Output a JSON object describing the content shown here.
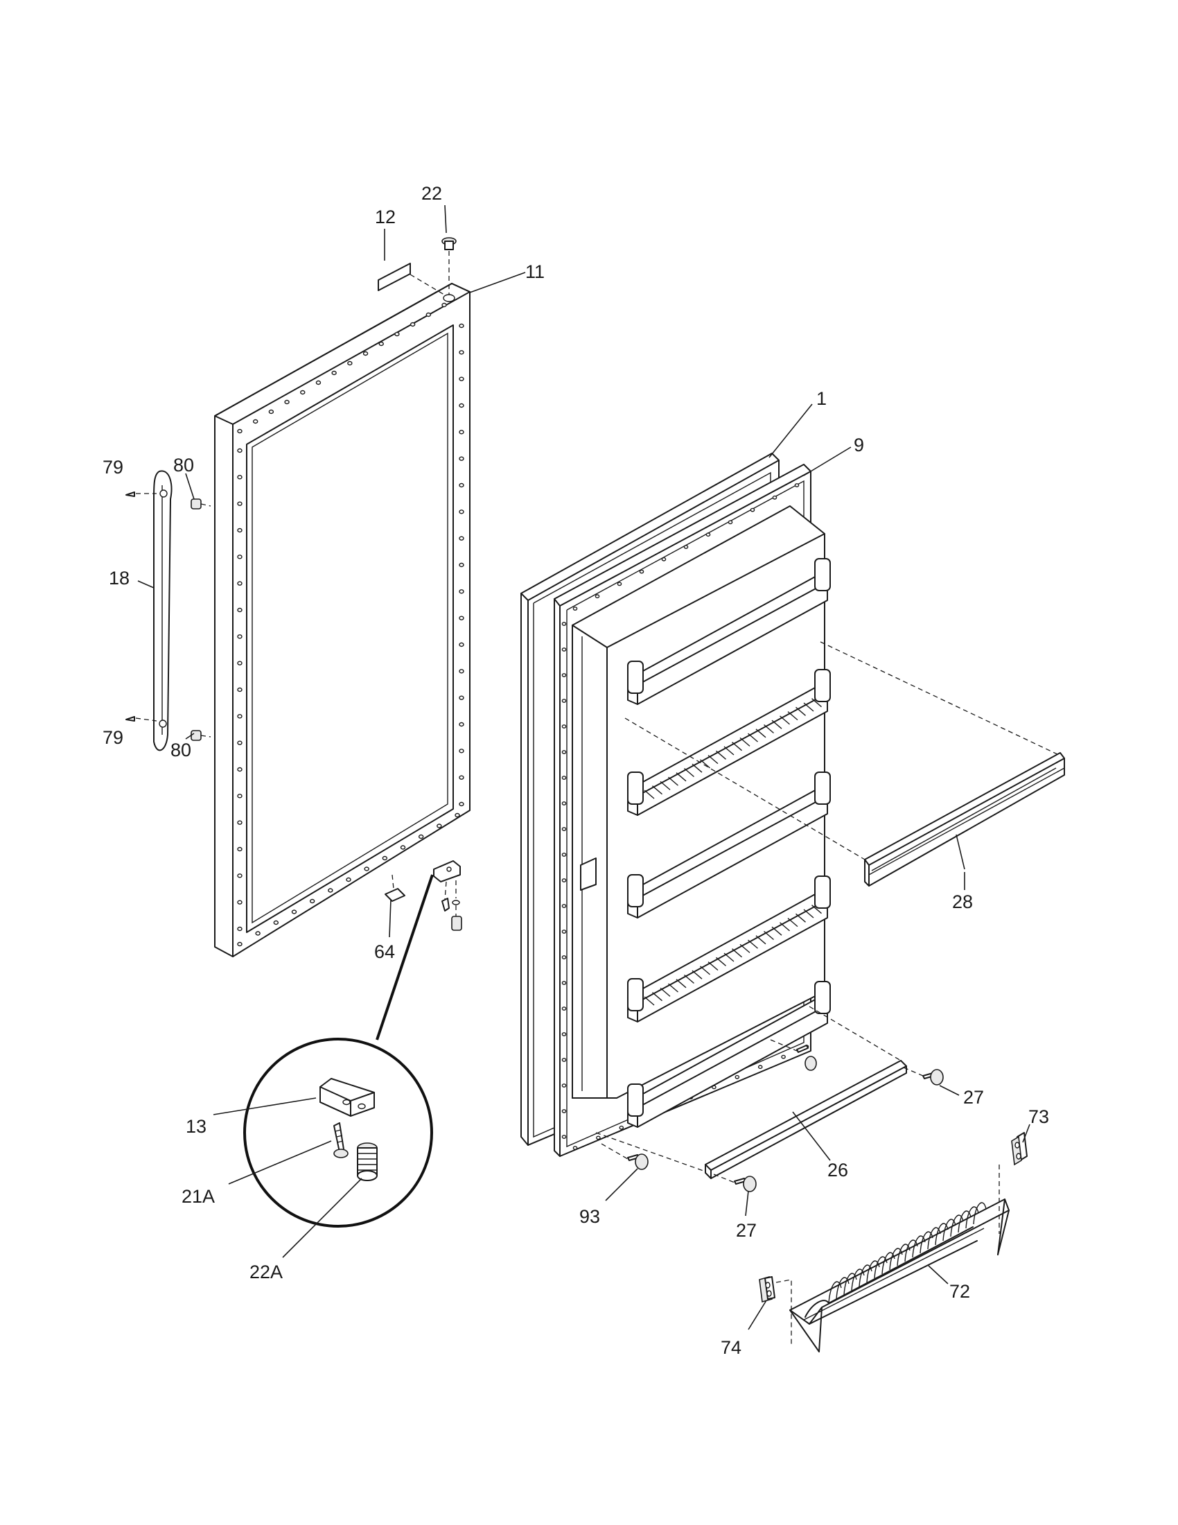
{
  "callouts": {
    "c1": "1",
    "c9": "9",
    "c11": "11",
    "c12": "12",
    "c13": "13",
    "c18": "18",
    "c21a": "21A",
    "c22": "22",
    "c22a": "22A",
    "c26": "26",
    "c27a": "27",
    "c27b": "27",
    "c28": "28",
    "c64": "64",
    "c72": "72",
    "c73": "73",
    "c74": "74",
    "c79a": "79",
    "c79b": "79",
    "c80a": "80",
    "c80b": "80",
    "c93": "93"
  }
}
